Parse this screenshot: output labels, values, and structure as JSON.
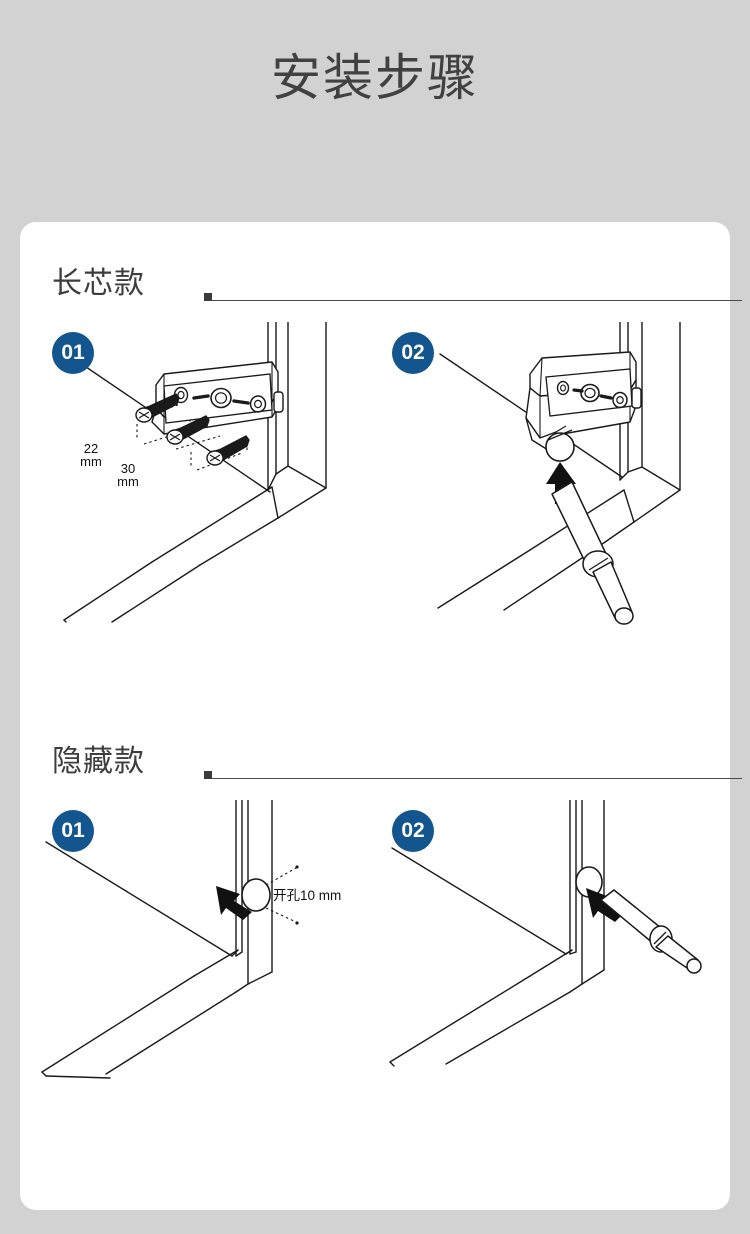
{
  "page": {
    "title": "安装步骤",
    "background_color": "#d2d2d2",
    "card_color": "#ffffff",
    "accent_color": "#12558f",
    "line_color": "#1a1a1a"
  },
  "sections": [
    {
      "label": "长芯款",
      "steps": [
        {
          "number": "01",
          "art": "door-frame-bracket-screws",
          "annotations": [
            {
              "name": "screw-spacing-short",
              "line1": "22",
              "line2": "mm"
            },
            {
              "name": "screw-spacing-long",
              "line1": "30",
              "line2": "mm"
            }
          ]
        },
        {
          "number": "02",
          "art": "door-frame-bracket-rod-insert",
          "annotations": []
        }
      ]
    },
    {
      "label": "隐藏款",
      "steps": [
        {
          "number": "01",
          "art": "door-frame-drill-hole",
          "annotations": [
            {
              "name": "drill-hole-callout",
              "text": "开孔10 mm"
            }
          ]
        },
        {
          "number": "02",
          "art": "door-frame-rod-insert",
          "annotations": []
        }
      ]
    }
  ]
}
